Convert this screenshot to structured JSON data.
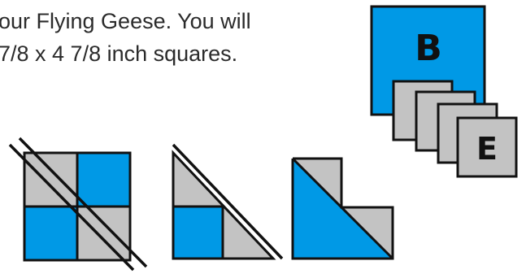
{
  "instructions": {
    "line1": "our Flying Geese. You will",
    "line2": "7/8 x 4 7/8 inch squares."
  },
  "labels": {
    "large_square": "B",
    "small_square": "E"
  },
  "colors": {
    "blue": "#0099e6",
    "gray": "#c3c3c3",
    "outline": "#111111",
    "text": "#2b2b2b"
  }
}
